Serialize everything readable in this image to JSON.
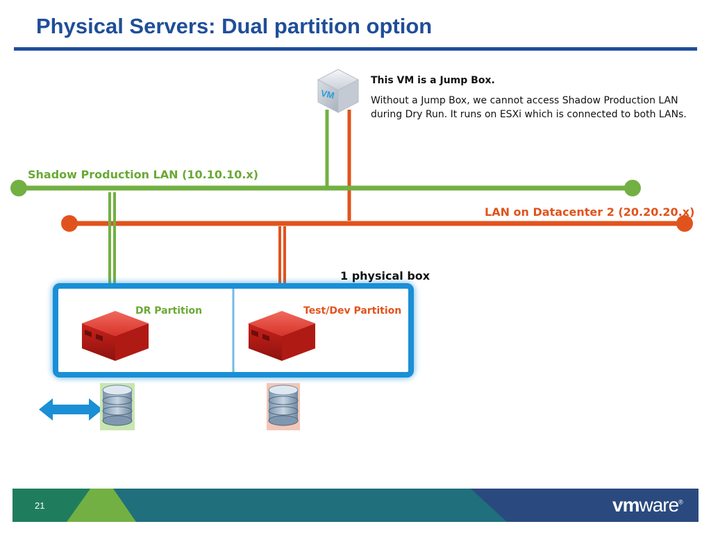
{
  "slide": {
    "title": "Physical Servers: Dual partition option",
    "page_number": "21"
  },
  "jump_box": {
    "icon_label": "VM",
    "heading": "This VM is a Jump Box.",
    "description": "Without a Jump Box, we cannot access Shadow Production LAN during Dry Run. It runs on ESXi which is connected to both LANs."
  },
  "lans": {
    "shadow": "Shadow Production LAN (10.10.10.x)",
    "datacenter2": "LAN on Datacenter 2 (20.20.20.x)"
  },
  "physical_box": {
    "label": "1 physical box",
    "partition_left": "DR Partition",
    "partition_right": "Test/Dev Partition"
  },
  "footer": {
    "logo_vm": "vm",
    "logo_ware": "ware"
  },
  "colors": {
    "title_blue": "#1f4e99",
    "green": "#6aa934",
    "orange": "#e1531d",
    "box_blue": "#1a8fd6",
    "footer_teal": "#1f6f7c",
    "footer_green": "#72b043",
    "footer_navy": "#2a4a7f"
  }
}
